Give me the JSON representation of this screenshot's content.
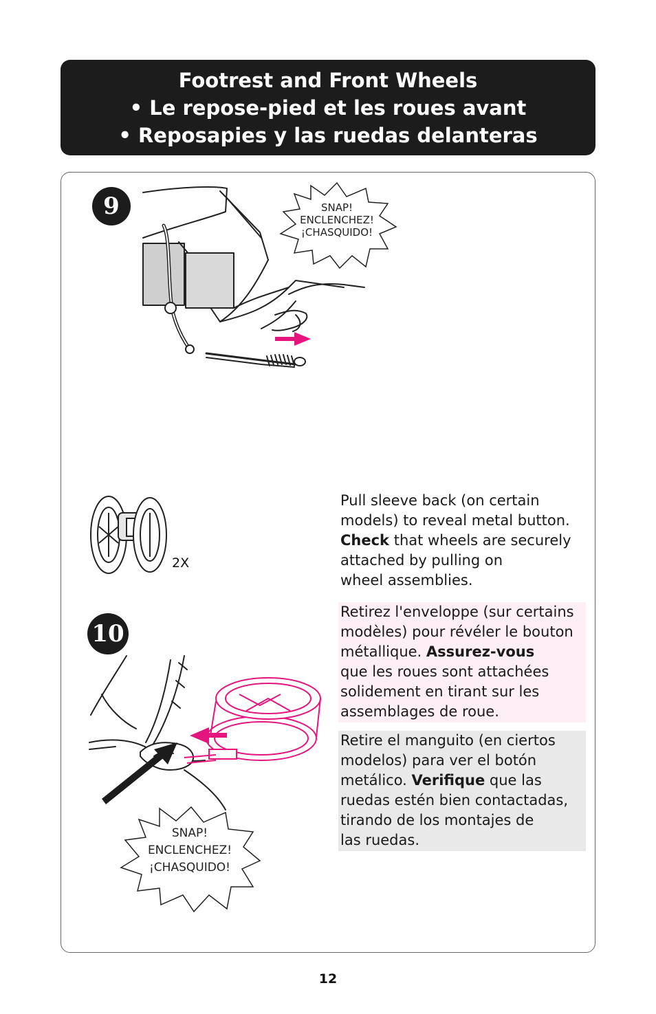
{
  "header": {
    "line1": "Footrest and Front Wheels",
    "line2": "• Le repose-pied et les roues avant",
    "line3": "• Reposapies y las ruedas delanteras"
  },
  "step9": {
    "number": "9",
    "burst": {
      "line1": "SNAP!",
      "line2": "ENCLENCHEZ!",
      "line3": "¡CHASQUIDO!"
    },
    "wheel_qty": "2X"
  },
  "step10": {
    "number": "10",
    "burst": {
      "line1": "SNAP!",
      "line2": "ENCLENCHEZ!",
      "line3": "¡CHASQUIDO!"
    }
  },
  "instructions": {
    "en": {
      "l1": "Pull sleeve back (on certain",
      "l2": "models) to reveal metal button.",
      "l3_bold": "Check",
      "l3_rest": " that wheels are securely",
      "l4": "attached by pulling on",
      "l5": "wheel assemblies."
    },
    "fr": {
      "l1": "Retirez l'enveloppe (sur certains",
      "l2": "modèles) pour révéler le bouton",
      "l3_pre": "métallique. ",
      "l3_bold": "Assurez-vous",
      "l4": "que les roues sont attachées",
      "l5": "solidement en tirant sur les",
      "l6": "assemblages de roue."
    },
    "es": {
      "l1": "Retire el manguito (en ciertos",
      "l2": "modelos) para ver el botón",
      "l3_pre": "metálico. ",
      "l3_bold": "Verifique",
      "l3_rest": " que las",
      "l4": "ruedas estén bien contactadas,",
      "l5": "tirando de los montajes de",
      "l6": "las ruedas."
    }
  },
  "colors": {
    "accent": "#e6157e",
    "header_bg": "#1c1c1c",
    "fr_bg": "#fdeff5",
    "es_bg": "#e9e9e9"
  },
  "page_number": "12"
}
